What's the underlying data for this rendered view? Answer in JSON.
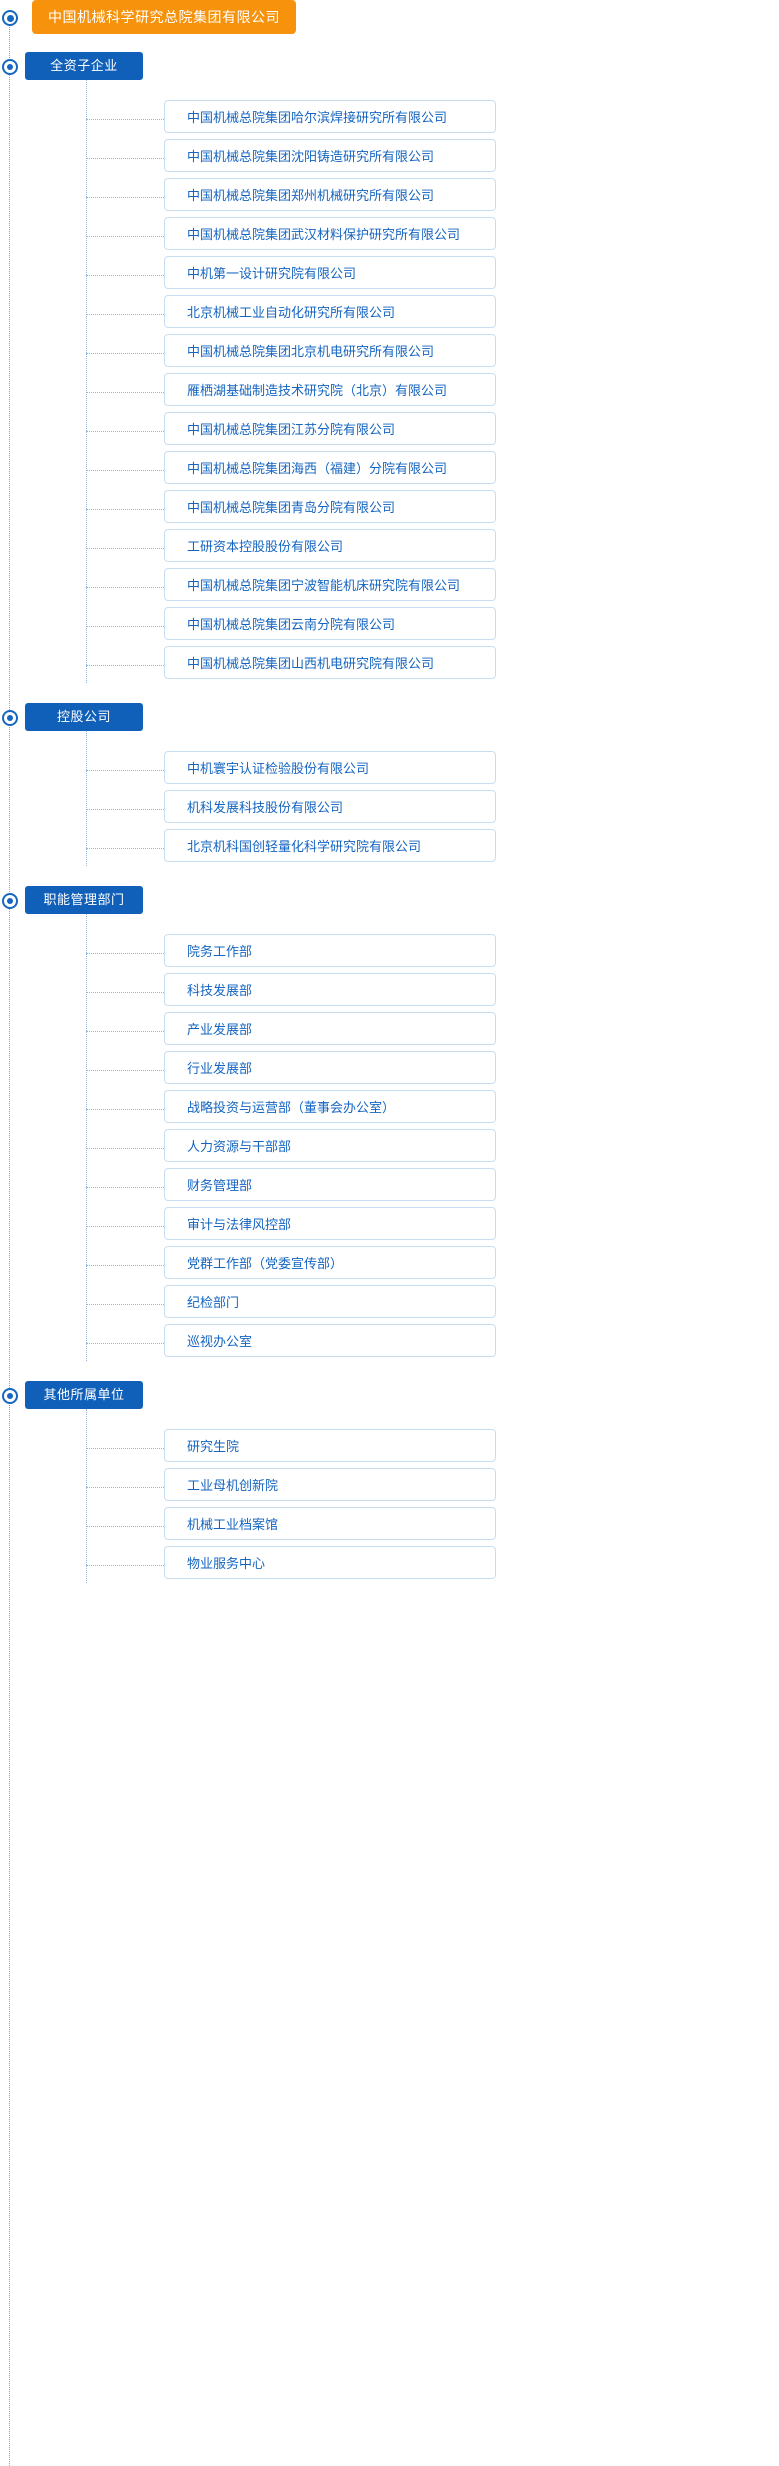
{
  "root": {
    "label": "中国机械科学研究总院集团有限公司",
    "color": "#f7920c",
    "marker_icon": "radio-dot-icon"
  },
  "theme": {
    "section_bg": "#1060ba",
    "item_text": "#1565c0",
    "item_border": "#c9ddf1",
    "line": "#8fb6de"
  },
  "sections": [
    {
      "label": "全资子企业",
      "items": [
        "中国机械总院集团哈尔滨焊接研究所有限公司",
        "中国机械总院集团沈阳铸造研究所有限公司",
        "中国机械总院集团郑州机械研究所有限公司",
        "中国机械总院集团武汉材料保护研究所有限公司",
        "中机第一设计研究院有限公司",
        "北京机械工业自动化研究所有限公司",
        "中国机械总院集团北京机电研究所有限公司",
        "雁栖湖基础制造技术研究院（北京）有限公司",
        "中国机械总院集团江苏分院有限公司",
        "中国机械总院集团海西（福建）分院有限公司",
        "中国机械总院集团青岛分院有限公司",
        "工研资本控股股份有限公司",
        "中国机械总院集团宁波智能机床研究院有限公司",
        "中国机械总院集团云南分院有限公司",
        "中国机械总院集团山西机电研究院有限公司"
      ]
    },
    {
      "label": "控股公司",
      "items": [
        "中机寰宇认证检验股份有限公司",
        "机科发展科技股份有限公司",
        "北京机科国创轻量化科学研究院有限公司"
      ]
    },
    {
      "label": "职能管理部门",
      "items": [
        "院务工作部",
        "科技发展部",
        "产业发展部",
        "行业发展部",
        "战略投资与运营部（董事会办公室）",
        "人力资源与干部部",
        "财务管理部",
        "审计与法律风控部",
        "党群工作部（党委宣传部）",
        "纪检部门",
        "巡视办公室"
      ]
    },
    {
      "label": "其他所属单位",
      "items": [
        "研究生院",
        "工业母机创新院",
        "机械工业档案馆",
        "物业服务中心"
      ]
    }
  ]
}
